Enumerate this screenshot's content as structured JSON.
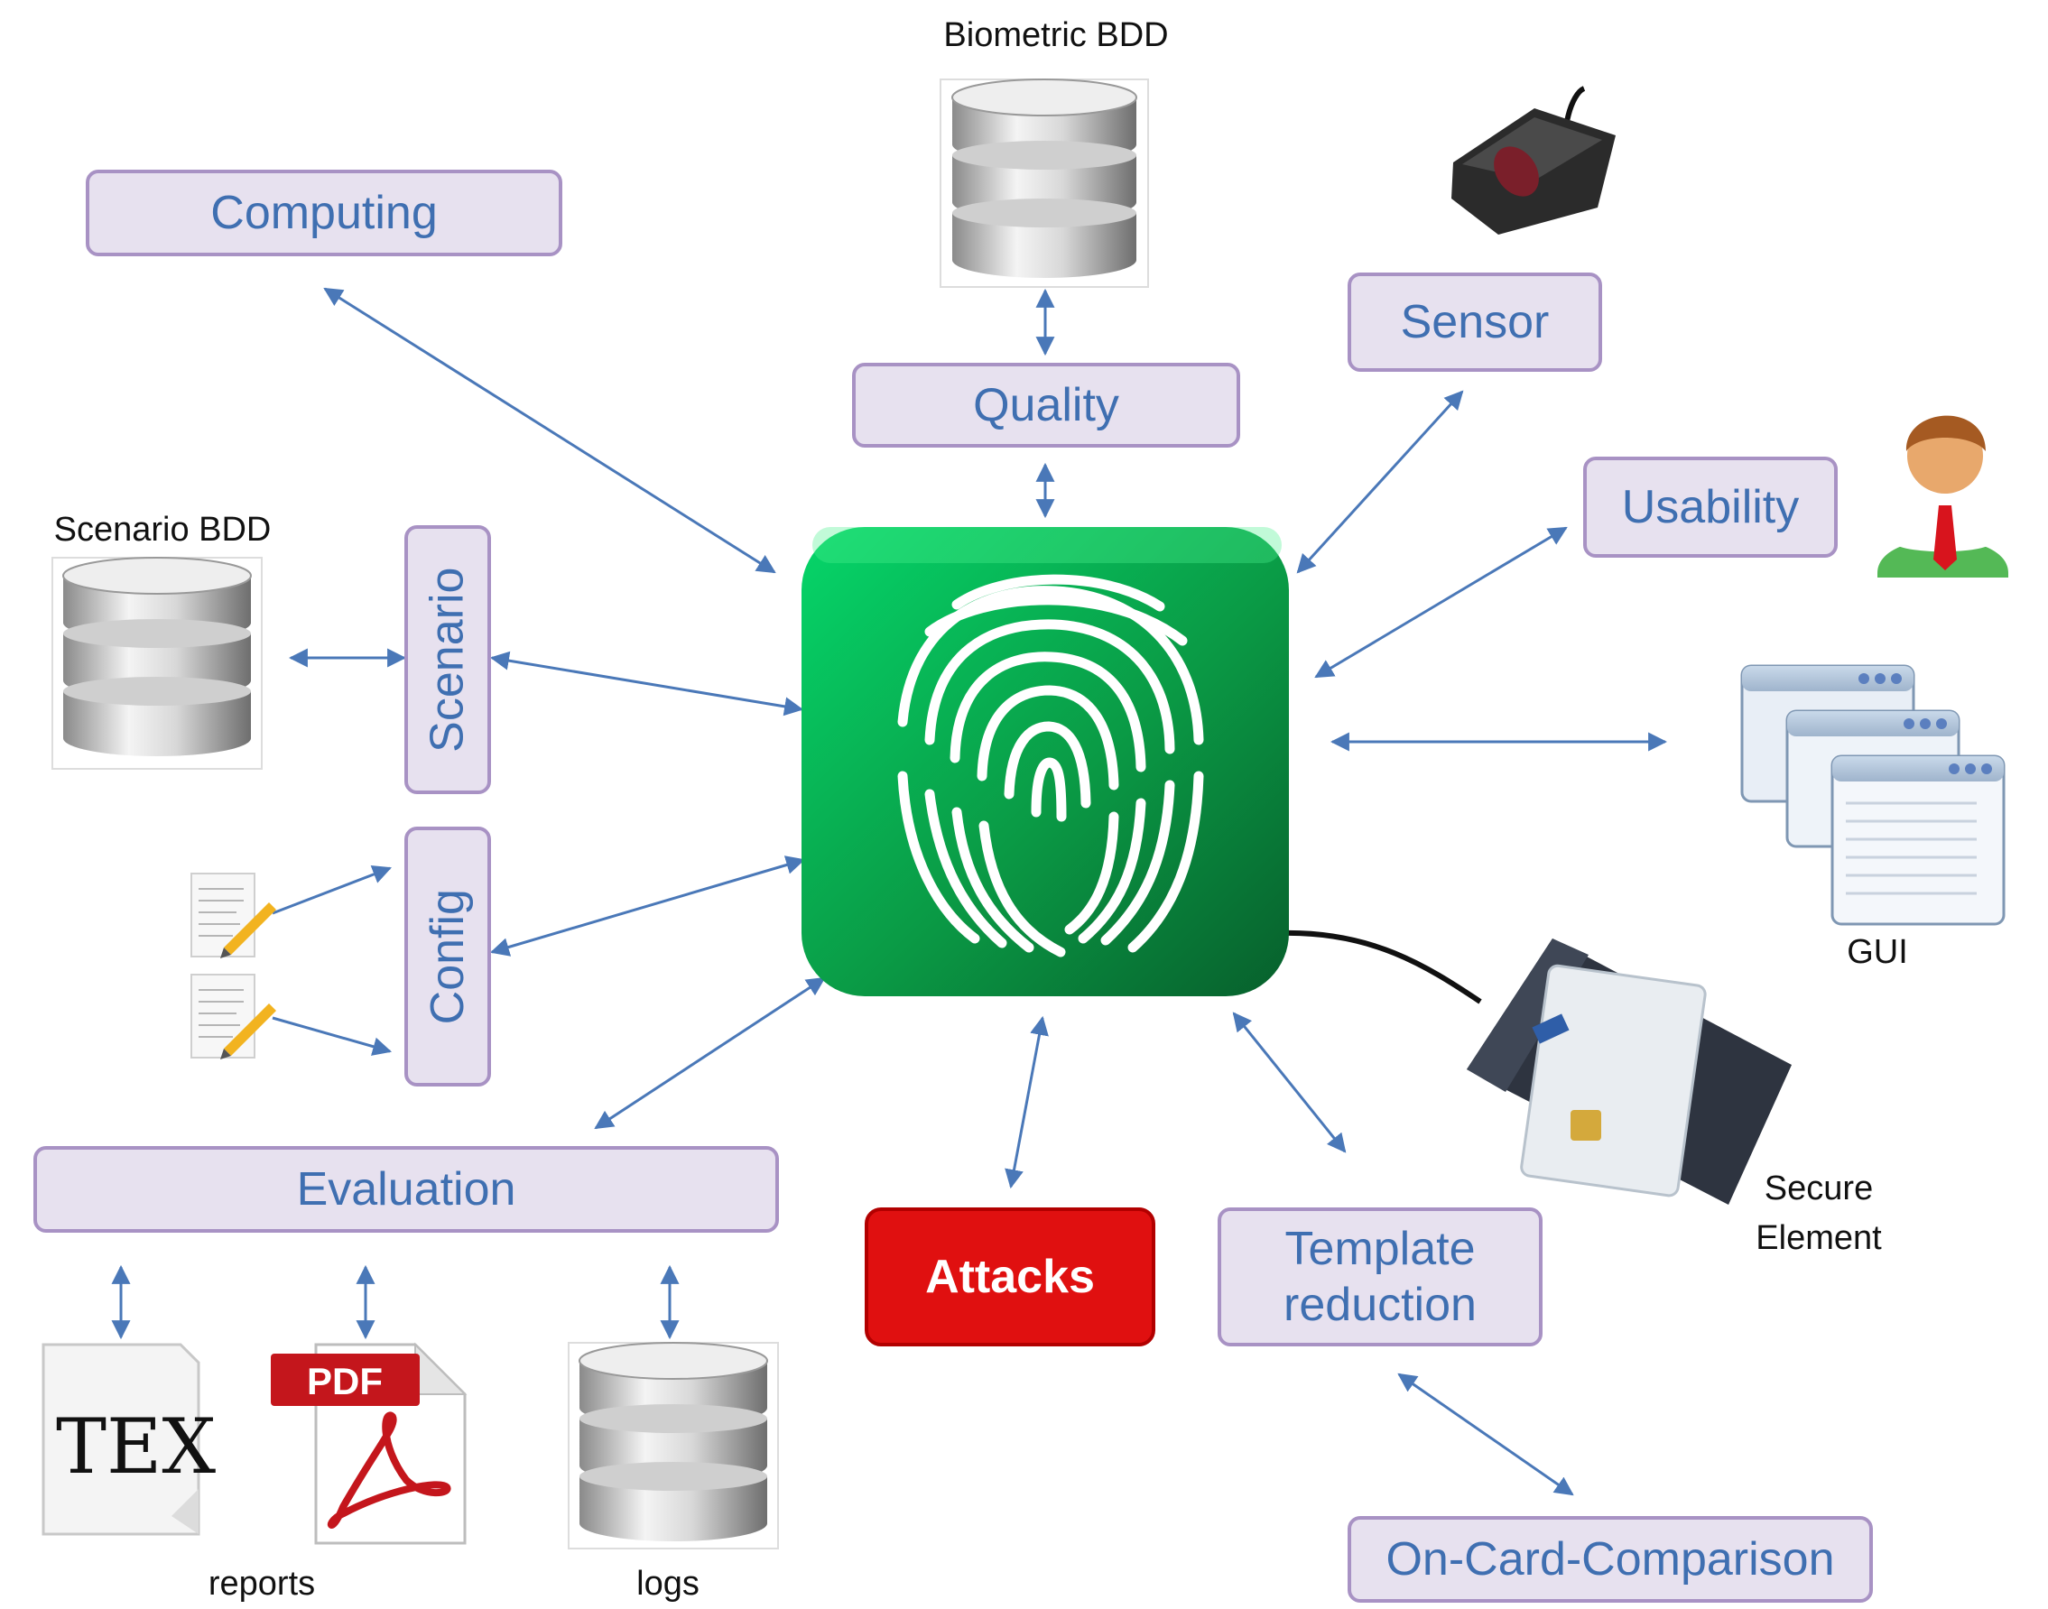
{
  "nodes": {
    "computing": "Computing",
    "quality": "Quality",
    "sensor": "Sensor",
    "usability": "Usability",
    "scenario": "Scenario",
    "config": "Config",
    "evaluation": "Evaluation",
    "attacks": "Attacks",
    "template_reduction_line1": "Template",
    "template_reduction_line2": "reduction",
    "on_card_comparison": "On-Card-Comparison"
  },
  "captions": {
    "biometric_bdd": "Biometric BDD",
    "scenario_bdd": "Scenario BDD",
    "gui": "GUI",
    "secure_element_line1": "Secure",
    "secure_element_line2": "Element",
    "reports": "reports",
    "logs": "logs"
  },
  "icons": {
    "center": "fingerprint-icon",
    "databases": "database-icon",
    "sensor": "fingerprint-sensor-icon",
    "user": "user-avatar-icon",
    "gui": "window-stack-icon",
    "card_reader": "smart-card-reader-icon",
    "config_files": "document-pencil-icon",
    "tex": "tex-document-icon",
    "pdf": "pdf-document-icon",
    "pdf_badge": "PDF",
    "tex_glyph": "TEX"
  },
  "colors": {
    "box_fill": "#e7e1ef",
    "box_border": "#a892c4",
    "box_text": "#3f6fb1",
    "arrow": "#4a78b8",
    "attacks_fill": "#e01010",
    "center_green": "#0a9a45"
  }
}
